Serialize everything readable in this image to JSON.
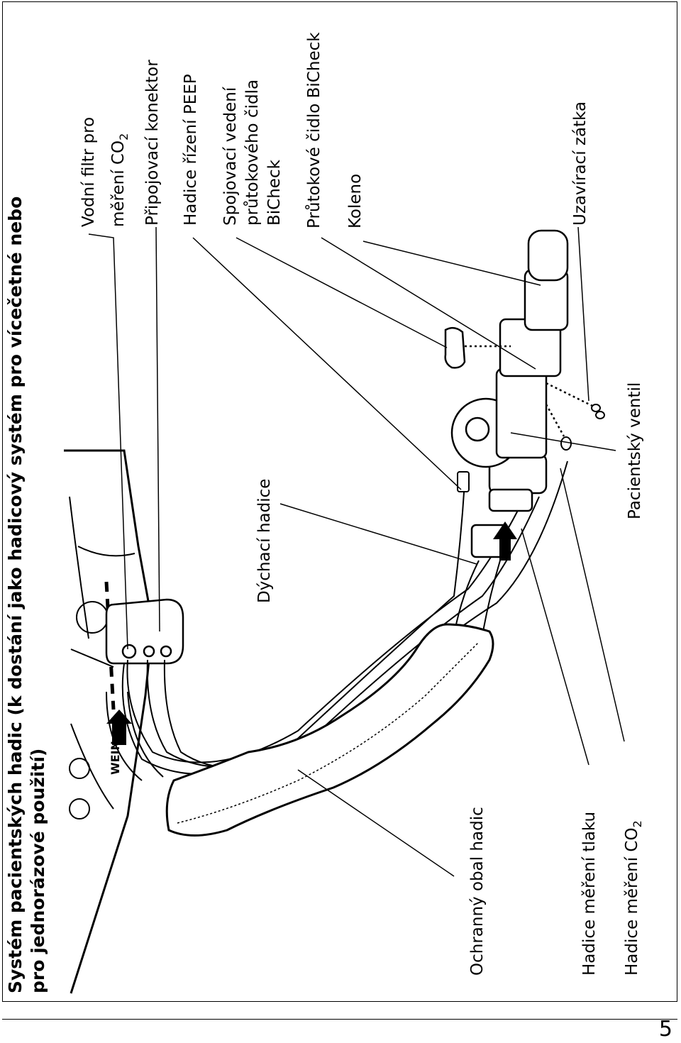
{
  "title": {
    "line1": "Systém pacientských hadic (k dostání jako hadicový systém pro vícečetné nebo",
    "line2": "pro jednorázové použití)"
  },
  "labels": {
    "water_filter_l1": "Vodní filtr pro",
    "water_filter_l2": "měření CO",
    "water_filter_sub": "2",
    "connector": "Připojovací konektor",
    "peep_hose": "Hadice řízení PEEP",
    "bicheck_line_l1": "Spojovací vedení",
    "bicheck_line_l2": "průtokového čidla",
    "bicheck_line_l3": "BiCheck",
    "bicheck_sensor": "Průtokové čidlo BiCheck",
    "elbow": "Koleno",
    "plug": "Uzavírací zátka",
    "patient_valve": "Pacientský ventil",
    "breathing_hose": "Dýchací hadice",
    "protective_cover": "Ochranný obal hadic",
    "pressure_hose": "Hadice měření tlaku",
    "co2_hose": "Hadice měření CO",
    "co2_hose_sub": "2",
    "device_brand": "WEIN"
  },
  "page_number": "5"
}
